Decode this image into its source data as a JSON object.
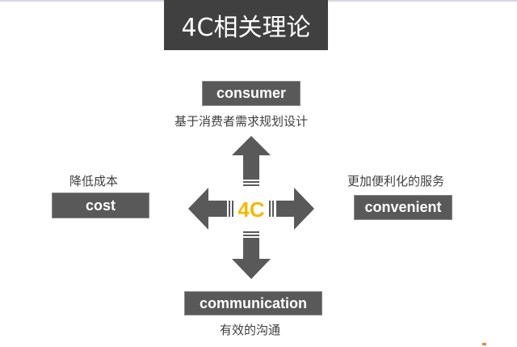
{
  "title": "4C相关理论",
  "center_label": "4C",
  "colors": {
    "box": "#595959",
    "title_bg": "#404040",
    "accent": "#f5b800"
  },
  "items": {
    "consumer": {
      "label": "consumer",
      "caption": "基于消费者需求规划设计"
    },
    "cost": {
      "label": "cost",
      "caption": "降低成本"
    },
    "convenient": {
      "label": "convenient",
      "caption": "更加便利化的服务"
    },
    "communication": {
      "label": "communication",
      "caption": "有效的沟通"
    }
  }
}
